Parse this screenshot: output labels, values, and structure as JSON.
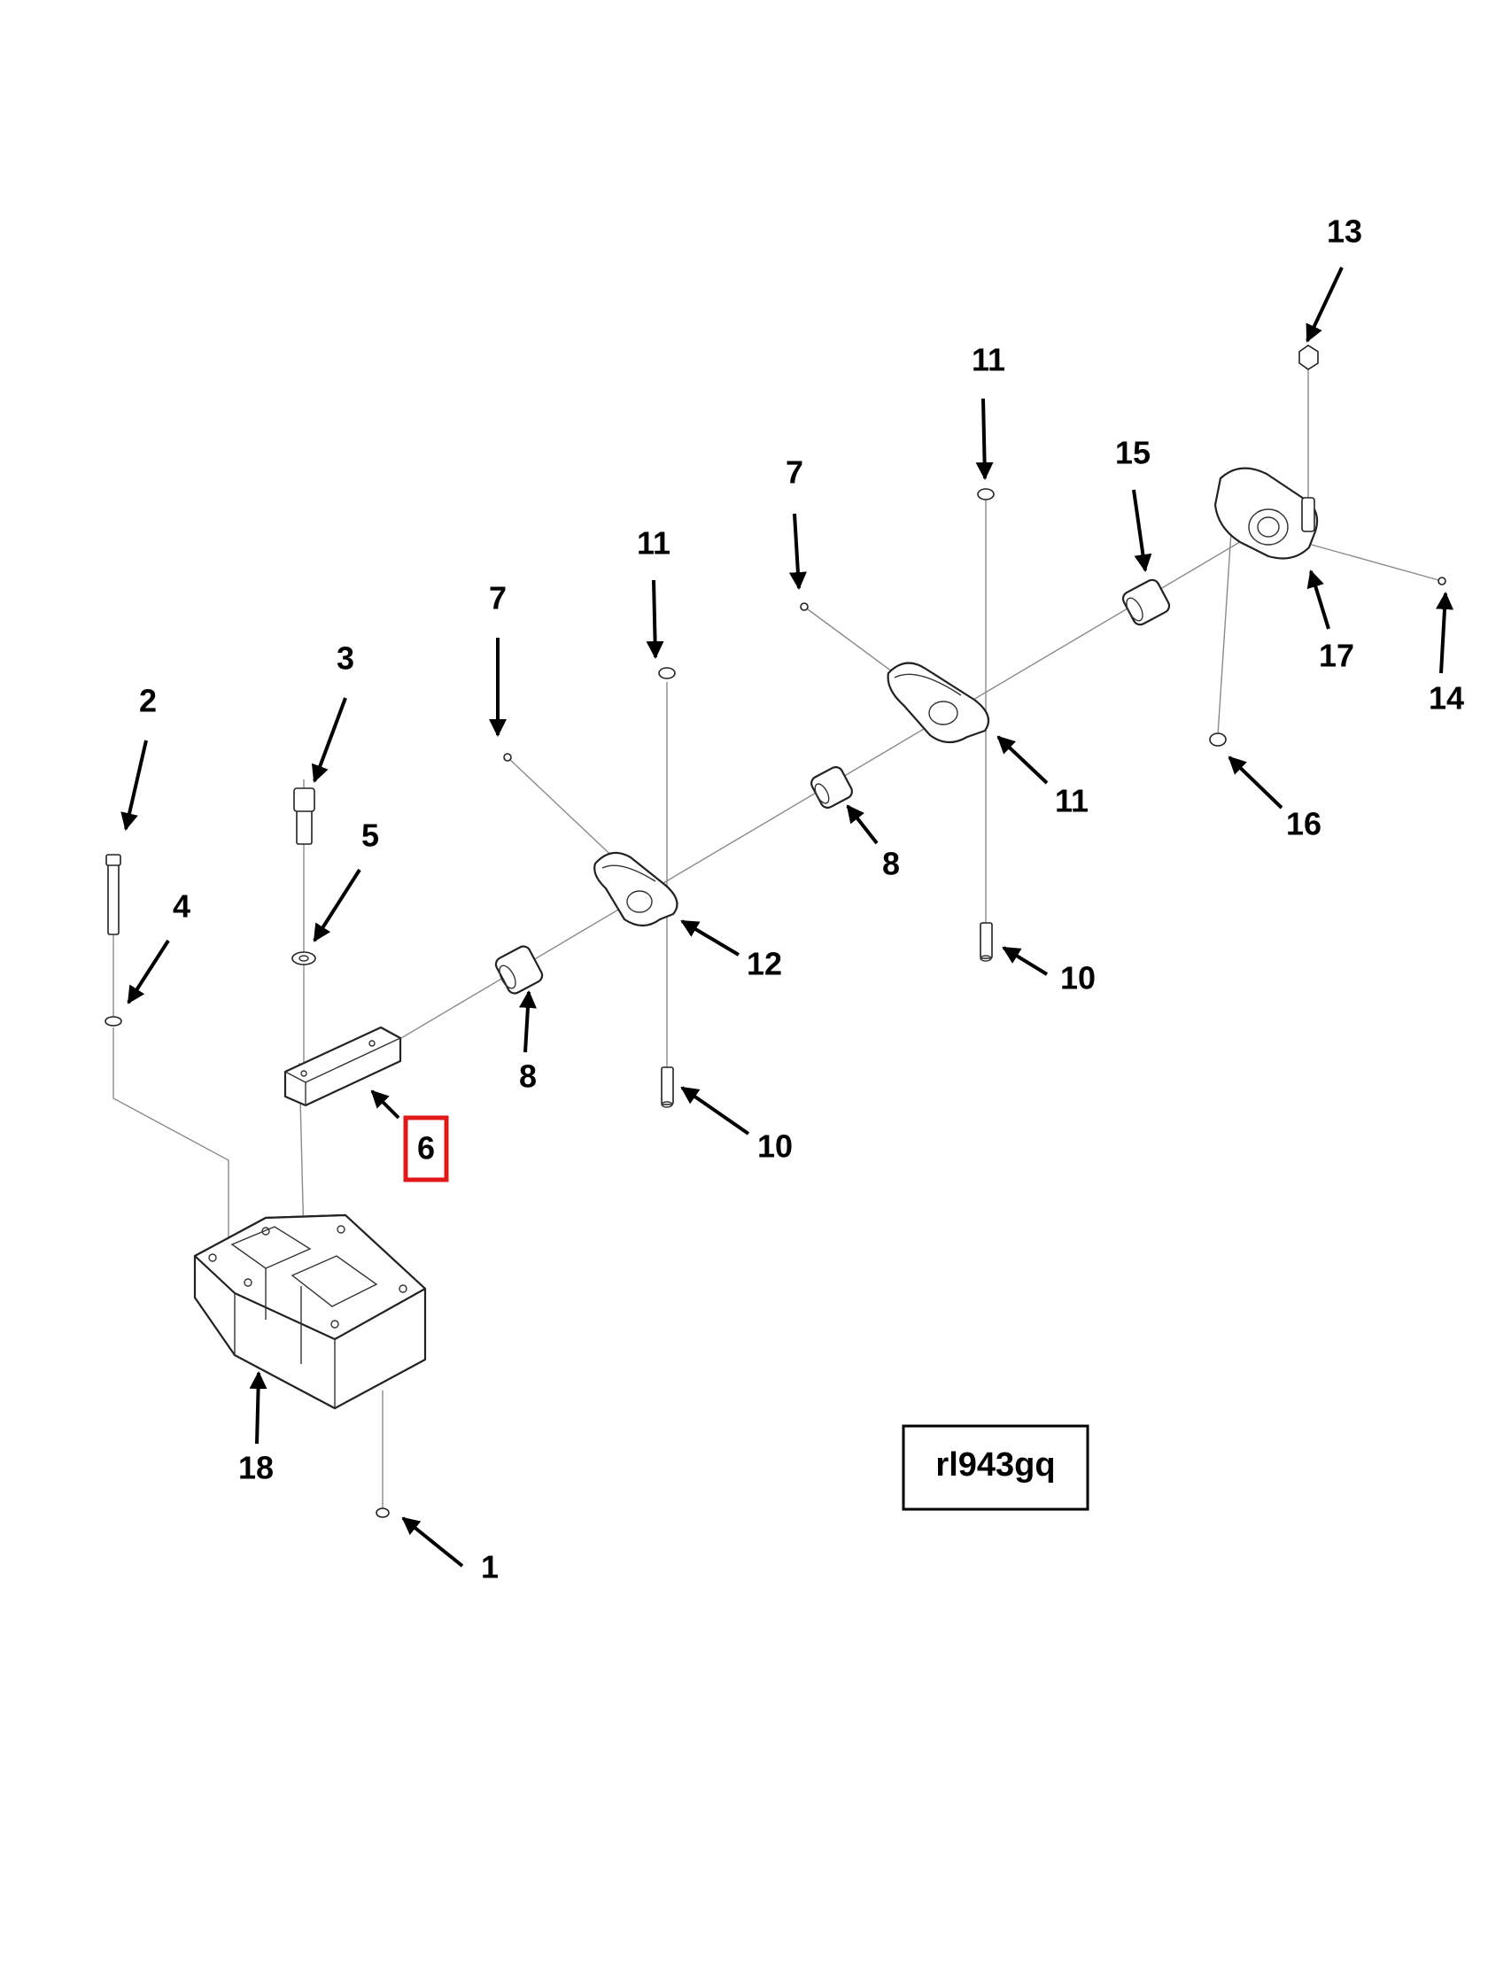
{
  "callouts": {
    "c1": "1",
    "c2": "2",
    "c3": "3",
    "c4": "4",
    "c5": "5",
    "c6": "6",
    "c7a": "7",
    "c7b": "7",
    "c8a": "8",
    "c8b": "8",
    "c10a": "10",
    "c10b": "10",
    "c11a": "11",
    "c11b": "11",
    "c11c": "11",
    "c12": "12",
    "c13": "13",
    "c14": "14",
    "c15": "15",
    "c16": "16",
    "c17": "17",
    "c18": "18"
  },
  "highlighted_callout": "6",
  "highlight_color": "#e01818",
  "figure_ref": "rl943gq"
}
